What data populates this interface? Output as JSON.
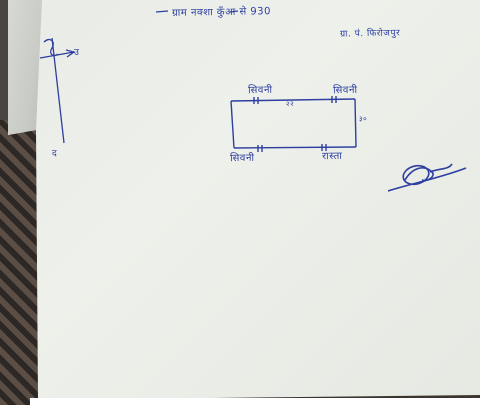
{
  "header": {
    "line1": "ग्राम  नक्शा  कुँआ  से  930",
    "line2": "ग्रा. पं. फिरोजपुर"
  },
  "plot": {
    "side_top_left": "सिवनी",
    "side_top_right": "सिवनी",
    "side_bottom_left": "सिवनी",
    "side_bottom_right": "रास्ता",
    "dim_top": "२२",
    "dim_right": "३०"
  },
  "compass": {
    "north": "उ",
    "south": "द"
  },
  "signature": "signature",
  "colors": {
    "ink": "#2d3fa0",
    "paper": "#eceee9",
    "background": "#3b3530"
  }
}
